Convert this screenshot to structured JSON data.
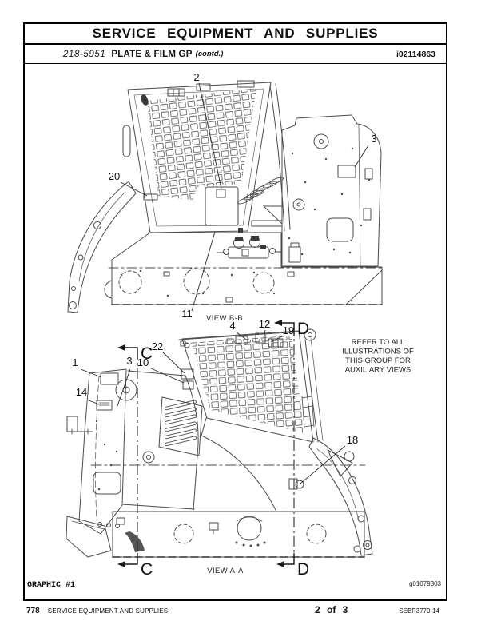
{
  "header": {
    "title": "SERVICE EQUIPMENT AND SUPPLIES"
  },
  "subheader": {
    "part_number": "218-5951",
    "part_name": "PLATE & FILM GP",
    "contd_label": "(contd.)",
    "media_id": "i02114863"
  },
  "graphic": {
    "label": "GRAPHIC #1",
    "graphic_id": "g01079303",
    "note": {
      "l1": "REFER TO ALL",
      "l2": "ILLUSTRATIONS OF",
      "l3": "THIS GROUP FOR",
      "l4": "AUXILIARY VIEWS"
    },
    "view_bb": {
      "label": "VIEW B-B",
      "callouts": {
        "c2": "2",
        "c20": "20",
        "c3": "3",
        "c11": "11"
      }
    },
    "view_aa": {
      "label": "VIEW A-A",
      "callouts": {
        "c4": "4",
        "c12": "12",
        "c19": "19",
        "c22": "22",
        "c10": "10",
        "c1": "1",
        "c3": "3",
        "c14": "14",
        "c18": "18"
      },
      "markers": {
        "c_top": "C",
        "c_bottom": "C",
        "d_top": "D",
        "d_bottom": "D"
      }
    }
  },
  "footer": {
    "page_number": "778",
    "title": "SERVICE EQUIPMENT AND SUPPLIES",
    "sheet_indicator": "2 of 3",
    "doc_number": "SEBP3770-14"
  },
  "colors": {
    "line": "#4b4b4b",
    "ink": "#111111"
  }
}
